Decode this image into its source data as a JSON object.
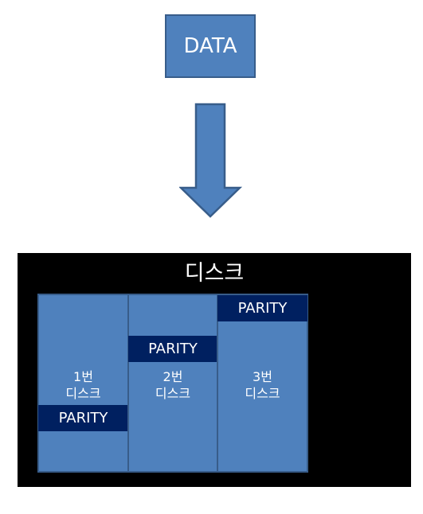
{
  "data_box": {
    "label": "DATA"
  },
  "disk_panel": {
    "title": "디스크",
    "disks": [
      {
        "number": "1번",
        "name": "디스크",
        "parity": "PARITY"
      },
      {
        "number": "2번",
        "name": "디스크",
        "parity": "PARITY"
      },
      {
        "number": "3번",
        "name": "디스크",
        "parity": "PARITY"
      }
    ]
  },
  "colors": {
    "box_fill": "#4f81bd",
    "box_border": "#385d8a",
    "parity_fill": "#002060",
    "panel_background": "#000000"
  }
}
